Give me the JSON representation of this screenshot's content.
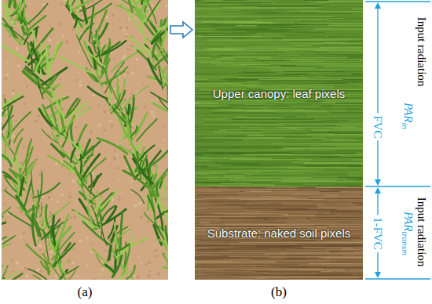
{
  "diagram": {
    "nodes": [
      {
        "text": [
          "(a)"
        ]
      },
      {
        "text": [
          "(b)"
        ]
      },
      {
        "text": [
          "Upper canopy: leaf pixels"
        ],
        "in": 1
      },
      {
        "text": [
          "Substrate: naked soil pixels"
        ],
        "in": 1
      }
    ],
    "edges": [
      {
        "from": 0,
        "to": 1,
        "arrow": "to"
      }
    ],
    "labels": [
      "FVC",
      "1-FVC",
      "Input radiation",
      "PAR",
      "in",
      "Input radiation",
      "PAR",
      "transm"
    ]
  }
}
